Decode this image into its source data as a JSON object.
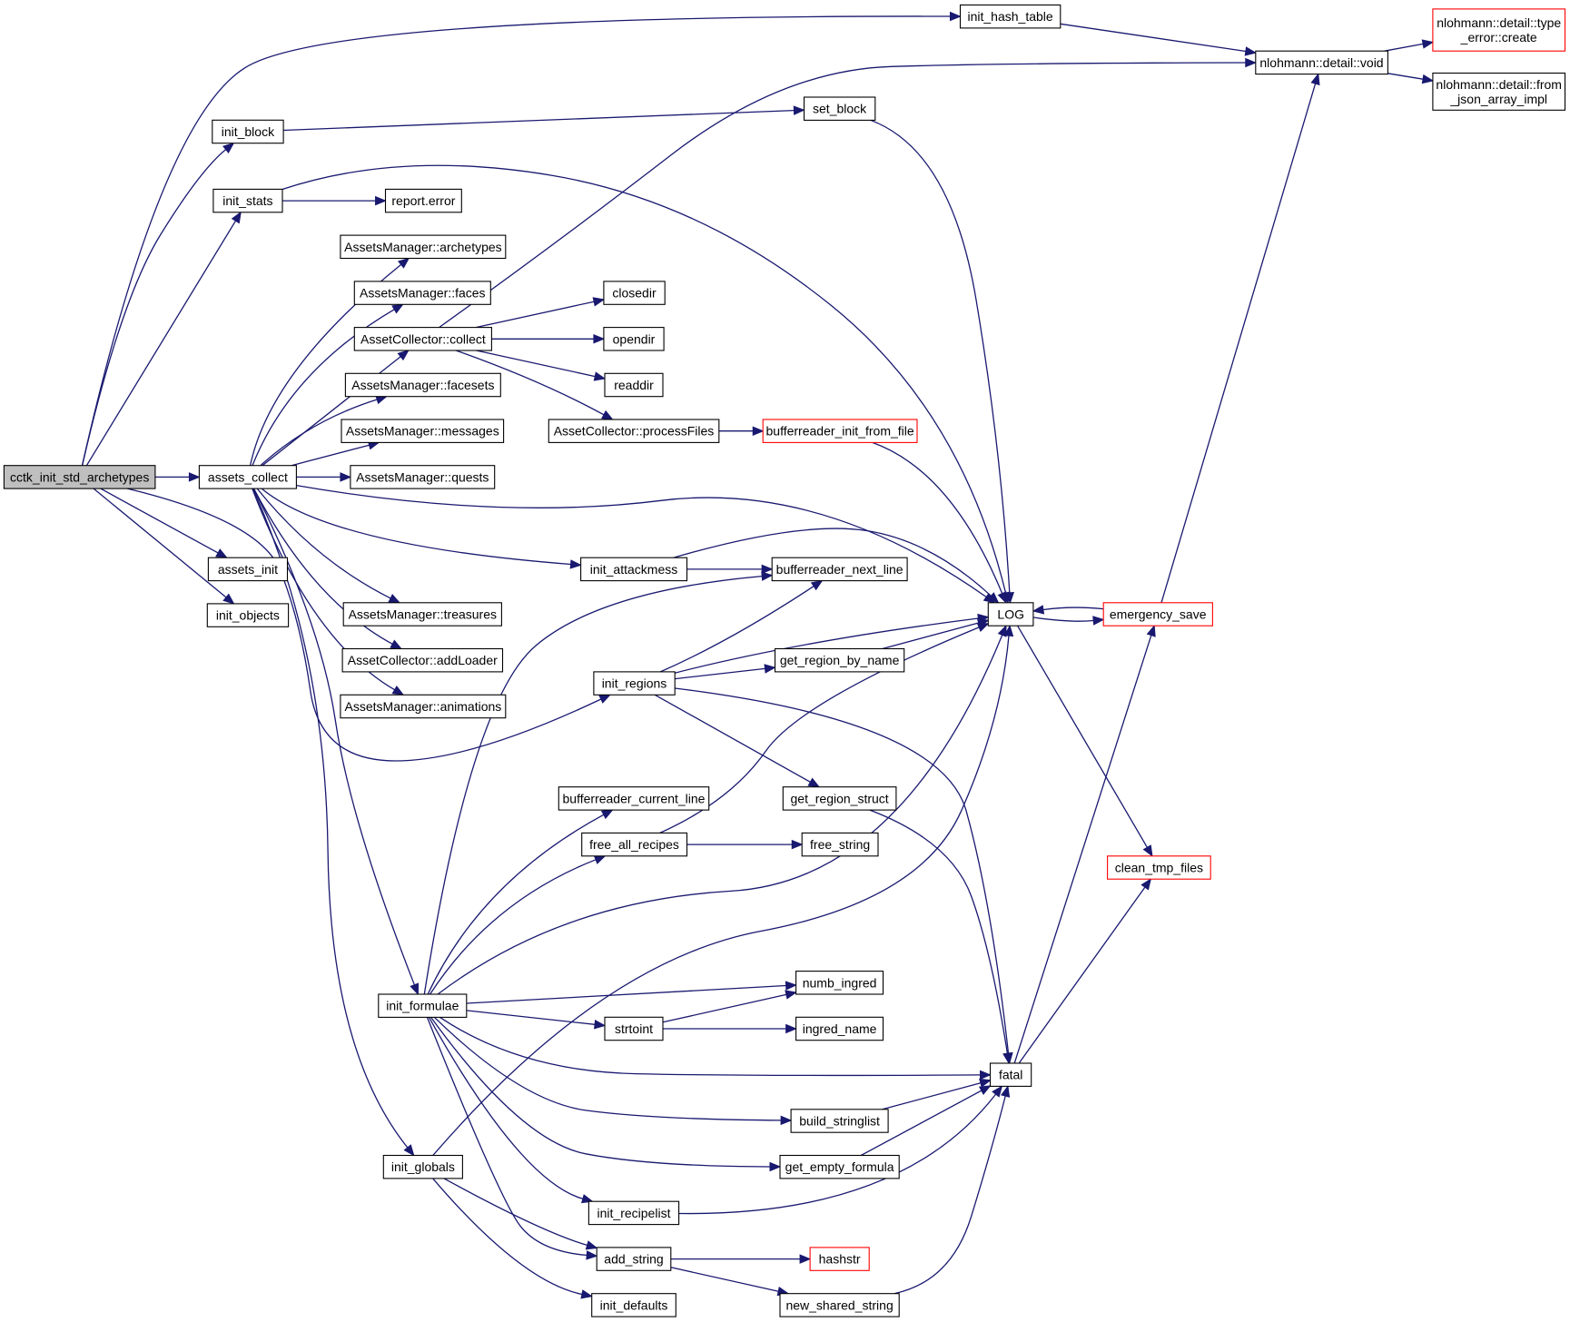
{
  "diagram": {
    "type": "call-graph",
    "edge_color": "#191970",
    "truncated_border_color": "#ff0000",
    "root_fill": "#bfbfbf",
    "nodes": [
      {
        "id": "cctk",
        "lines": [
          "cctk_init_std_archetypes"
        ],
        "root": true
      },
      {
        "id": "assets_collect",
        "lines": [
          "assets_collect"
        ]
      },
      {
        "id": "assets_init",
        "lines": [
          "assets_init"
        ]
      },
      {
        "id": "init_objects",
        "lines": [
          "init_objects"
        ]
      },
      {
        "id": "init_block",
        "lines": [
          "init_block"
        ]
      },
      {
        "id": "init_stats",
        "lines": [
          "init_stats"
        ]
      },
      {
        "id": "report_error",
        "lines": [
          "report.error"
        ]
      },
      {
        "id": "am_archetypes",
        "lines": [
          "AssetsManager::archetypes"
        ]
      },
      {
        "id": "am_faces",
        "lines": [
          "AssetsManager::faces"
        ]
      },
      {
        "id": "ac_collect",
        "lines": [
          "AssetCollector::collect"
        ]
      },
      {
        "id": "am_facesets",
        "lines": [
          "AssetsManager::facesets"
        ]
      },
      {
        "id": "am_messages",
        "lines": [
          "AssetsManager::messages"
        ]
      },
      {
        "id": "am_quests",
        "lines": [
          "AssetsManager::quests"
        ]
      },
      {
        "id": "am_treasures",
        "lines": [
          "AssetsManager::treasures"
        ]
      },
      {
        "id": "ac_addLoader",
        "lines": [
          "AssetCollector::addLoader"
        ]
      },
      {
        "id": "am_animations",
        "lines": [
          "AssetsManager::animations"
        ]
      },
      {
        "id": "init_formulae",
        "lines": [
          "init_formulae"
        ]
      },
      {
        "id": "init_globals",
        "lines": [
          "init_globals"
        ]
      },
      {
        "id": "init_hash_table",
        "lines": [
          "init_hash_table"
        ]
      },
      {
        "id": "set_block",
        "lines": [
          "set_block"
        ]
      },
      {
        "id": "closedir",
        "lines": [
          "closedir"
        ]
      },
      {
        "id": "opendir",
        "lines": [
          "opendir"
        ]
      },
      {
        "id": "readdir",
        "lines": [
          "readdir"
        ]
      },
      {
        "id": "processFiles",
        "lines": [
          "AssetCollector::processFiles"
        ]
      },
      {
        "id": "bufferreader_init_from_file",
        "lines": [
          "bufferreader_init_from_file"
        ],
        "truncated": true
      },
      {
        "id": "init_attackmess",
        "lines": [
          "init_attackmess"
        ]
      },
      {
        "id": "bufferreader_next_line",
        "lines": [
          "bufferreader_next_line"
        ]
      },
      {
        "id": "init_regions",
        "lines": [
          "init_regions"
        ]
      },
      {
        "id": "get_region_by_name",
        "lines": [
          "get_region_by_name"
        ]
      },
      {
        "id": "get_region_struct",
        "lines": [
          "get_region_struct"
        ]
      },
      {
        "id": "bufferreader_current_line",
        "lines": [
          "bufferreader_current_line"
        ]
      },
      {
        "id": "free_all_recipes",
        "lines": [
          "free_all_recipes"
        ]
      },
      {
        "id": "free_string",
        "lines": [
          "free_string"
        ]
      },
      {
        "id": "numb_ingred",
        "lines": [
          "numb_ingred"
        ]
      },
      {
        "id": "strtoint",
        "lines": [
          "strtoint"
        ]
      },
      {
        "id": "ingred_name",
        "lines": [
          "ingred_name"
        ]
      },
      {
        "id": "build_stringlist",
        "lines": [
          "build_stringlist"
        ]
      },
      {
        "id": "get_empty_formula",
        "lines": [
          "get_empty_formula"
        ]
      },
      {
        "id": "init_recipelist",
        "lines": [
          "init_recipelist"
        ]
      },
      {
        "id": "add_string",
        "lines": [
          "add_string"
        ]
      },
      {
        "id": "init_defaults",
        "lines": [
          "init_defaults"
        ]
      },
      {
        "id": "hashstr",
        "lines": [
          "hashstr"
        ],
        "truncated": true
      },
      {
        "id": "new_shared_string",
        "lines": [
          "new_shared_string"
        ]
      },
      {
        "id": "LOG",
        "lines": [
          "LOG"
        ]
      },
      {
        "id": "fatal",
        "lines": [
          "fatal"
        ]
      },
      {
        "id": "emergency_save",
        "lines": [
          "emergency_save"
        ],
        "truncated": true
      },
      {
        "id": "clean_tmp_files",
        "lines": [
          "clean_tmp_files"
        ],
        "truncated": true
      },
      {
        "id": "nl_void",
        "lines": [
          "nlohmann::detail::void"
        ]
      },
      {
        "id": "nl_type_error",
        "lines": [
          "nlohmann::detail::type",
          "_error::create"
        ],
        "truncated": true
      },
      {
        "id": "nl_from_json",
        "lines": [
          "nlohmann::detail::from",
          "_json_array_impl"
        ]
      }
    ],
    "edges": [
      {
        "from": "cctk",
        "to": "assets_collect"
      },
      {
        "from": "cctk",
        "to": "init_hash_table"
      },
      {
        "from": "cctk",
        "to": "init_block"
      },
      {
        "from": "cctk",
        "to": "init_stats"
      },
      {
        "from": "cctk",
        "to": "assets_init"
      },
      {
        "from": "cctk",
        "to": "init_objects"
      },
      {
        "from": "cctk",
        "to": "init_regions"
      },
      {
        "from": "init_block",
        "to": "set_block"
      },
      {
        "from": "init_stats",
        "to": "report_error"
      },
      {
        "from": "init_stats",
        "to": "LOG"
      },
      {
        "from": "assets_collect",
        "to": "am_archetypes"
      },
      {
        "from": "assets_collect",
        "to": "am_faces"
      },
      {
        "from": "assets_collect",
        "to": "ac_collect"
      },
      {
        "from": "assets_collect",
        "to": "am_facesets"
      },
      {
        "from": "assets_collect",
        "to": "am_messages"
      },
      {
        "from": "assets_collect",
        "to": "am_quests"
      },
      {
        "from": "assets_collect",
        "to": "LOG"
      },
      {
        "from": "assets_collect",
        "to": "init_attackmess"
      },
      {
        "from": "assets_collect",
        "to": "am_treasures"
      },
      {
        "from": "assets_collect",
        "to": "ac_addLoader"
      },
      {
        "from": "assets_collect",
        "to": "am_animations"
      },
      {
        "from": "assets_collect",
        "to": "init_formulae"
      },
      {
        "from": "assets_collect",
        "to": "init_globals"
      },
      {
        "from": "ac_collect",
        "to": "nl_void"
      },
      {
        "from": "ac_collect",
        "to": "closedir"
      },
      {
        "from": "ac_collect",
        "to": "opendir"
      },
      {
        "from": "ac_collect",
        "to": "readdir"
      },
      {
        "from": "ac_collect",
        "to": "processFiles"
      },
      {
        "from": "processFiles",
        "to": "bufferreader_init_from_file"
      },
      {
        "from": "bufferreader_init_from_file",
        "to": "LOG"
      },
      {
        "from": "set_block",
        "to": "LOG"
      },
      {
        "from": "init_hash_table",
        "to": "nl_void"
      },
      {
        "from": "nl_void",
        "to": "nl_type_error"
      },
      {
        "from": "nl_void",
        "to": "nl_from_json"
      },
      {
        "from": "init_attackmess",
        "to": "bufferreader_next_line"
      },
      {
        "from": "init_attackmess",
        "to": "LOG"
      },
      {
        "from": "init_regions",
        "to": "bufferreader_next_line"
      },
      {
        "from": "init_regions",
        "to": "LOG"
      },
      {
        "from": "init_regions",
        "to": "get_region_by_name"
      },
      {
        "from": "init_regions",
        "to": "get_region_struct"
      },
      {
        "from": "init_regions",
        "to": "fatal"
      },
      {
        "from": "get_region_by_name",
        "to": "LOG"
      },
      {
        "from": "get_region_struct",
        "to": "fatal"
      },
      {
        "from": "LOG",
        "to": "emergency_save"
      },
      {
        "from": "LOG",
        "to": "clean_tmp_files"
      },
      {
        "from": "emergency_save",
        "to": "LOG"
      },
      {
        "from": "emergency_save",
        "to": "nl_void"
      },
      {
        "from": "fatal",
        "to": "emergency_save"
      },
      {
        "from": "fatal",
        "to": "clean_tmp_files"
      },
      {
        "from": "init_formulae",
        "to": "bufferreader_next_line"
      },
      {
        "from": "init_formulae",
        "to": "bufferreader_current_line"
      },
      {
        "from": "init_formulae",
        "to": "free_all_recipes"
      },
      {
        "from": "init_formulae",
        "to": "LOG"
      },
      {
        "from": "init_formulae",
        "to": "numb_ingred"
      },
      {
        "from": "init_formulae",
        "to": "strtoint"
      },
      {
        "from": "init_formulae",
        "to": "fatal"
      },
      {
        "from": "init_formulae",
        "to": "build_stringlist"
      },
      {
        "from": "init_formulae",
        "to": "get_empty_formula"
      },
      {
        "from": "init_formulae",
        "to": "init_recipelist"
      },
      {
        "from": "init_formulae",
        "to": "add_string"
      },
      {
        "from": "free_all_recipes",
        "to": "LOG"
      },
      {
        "from": "free_all_recipes",
        "to": "free_string"
      },
      {
        "from": "strtoint",
        "to": "numb_ingred"
      },
      {
        "from": "strtoint",
        "to": "ingred_name"
      },
      {
        "from": "build_stringlist",
        "to": "fatal"
      },
      {
        "from": "get_empty_formula",
        "to": "fatal"
      },
      {
        "from": "init_recipelist",
        "to": "fatal"
      },
      {
        "from": "init_globals",
        "to": "LOG"
      },
      {
        "from": "init_globals",
        "to": "add_string"
      },
      {
        "from": "init_globals",
        "to": "init_defaults"
      },
      {
        "from": "add_string",
        "to": "hashstr"
      },
      {
        "from": "add_string",
        "to": "new_shared_string"
      },
      {
        "from": "new_shared_string",
        "to": "fatal"
      }
    ]
  }
}
